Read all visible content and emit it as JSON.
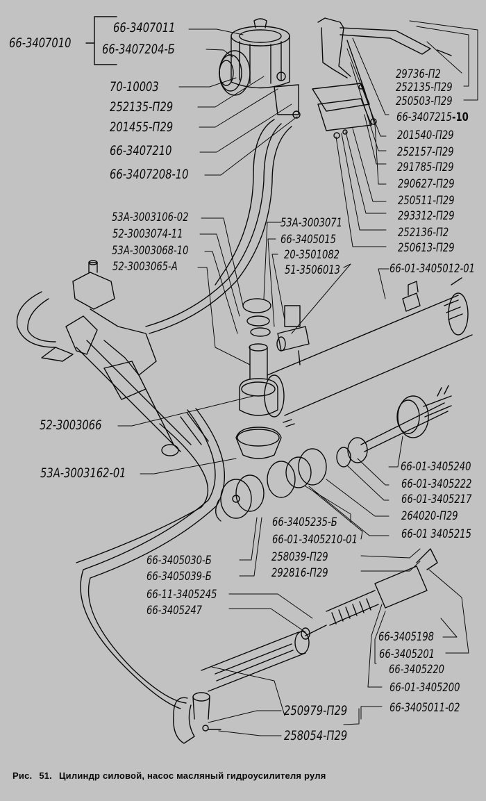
{
  "figure": {
    "caption_prefix": "Рис.",
    "caption_number": "51.",
    "caption_text": "Цилиндр силовой, насос масляный гидроусилителя руля"
  },
  "pump_group": {
    "assembly": "66-3407010",
    "items": [
      "66-3407011",
      "66-3407204-Б"
    ]
  },
  "labels_left_top": [
    "70-10003",
    "252135-П29",
    "201455-П29",
    "66-3407210",
    "66-3407208-10"
  ],
  "labels_right_top": {
    "items": [
      "29736-П2",
      "252135-П29",
      "250503-П29"
    ],
    "bracket_part": "66-3407215",
    "bracket_suffix": "-10",
    "fasteners": [
      "201540-П29",
      "252157-П29",
      "291785-П29",
      "290627-П29",
      "250511-П29",
      "293312-П29",
      "252136-П2",
      "250613-П29"
    ]
  },
  "labels_mid_left": [
    "53А-3003106-02",
    "52-3003074-11",
    "53А-3003068-10",
    "52-3003065-А"
  ],
  "labels_mid_center": [
    "53А-3003071",
    "66-3405015",
    "20-3501082",
    "51-3506013"
  ],
  "label_cylinder": "66-01-3405012-01",
  "labels_left_lower": [
    "52-3003066",
    "53А-3003162-01"
  ],
  "labels_right_mid": [
    "66-01-3405240",
    "66-01-3405222",
    "66-01-3405217",
    "264020-П29",
    "66-01 3405215"
  ],
  "labels_center_piston": [
    "66-3405235-Б",
    "66-01-3405210-01",
    "258039-П29",
    "292816-П29"
  ],
  "labels_left_piston": [
    "66-3405030-Б",
    "66-3405039-Б",
    "66-11-3405245",
    "66-3405247"
  ],
  "labels_right_bottom": [
    "66-3405198",
    "66-3405201",
    "66-3405220",
    "66-01-3405200",
    "66-3405011-02"
  ],
  "labels_bottom": [
    "250979-П29",
    "258054-П29"
  ]
}
